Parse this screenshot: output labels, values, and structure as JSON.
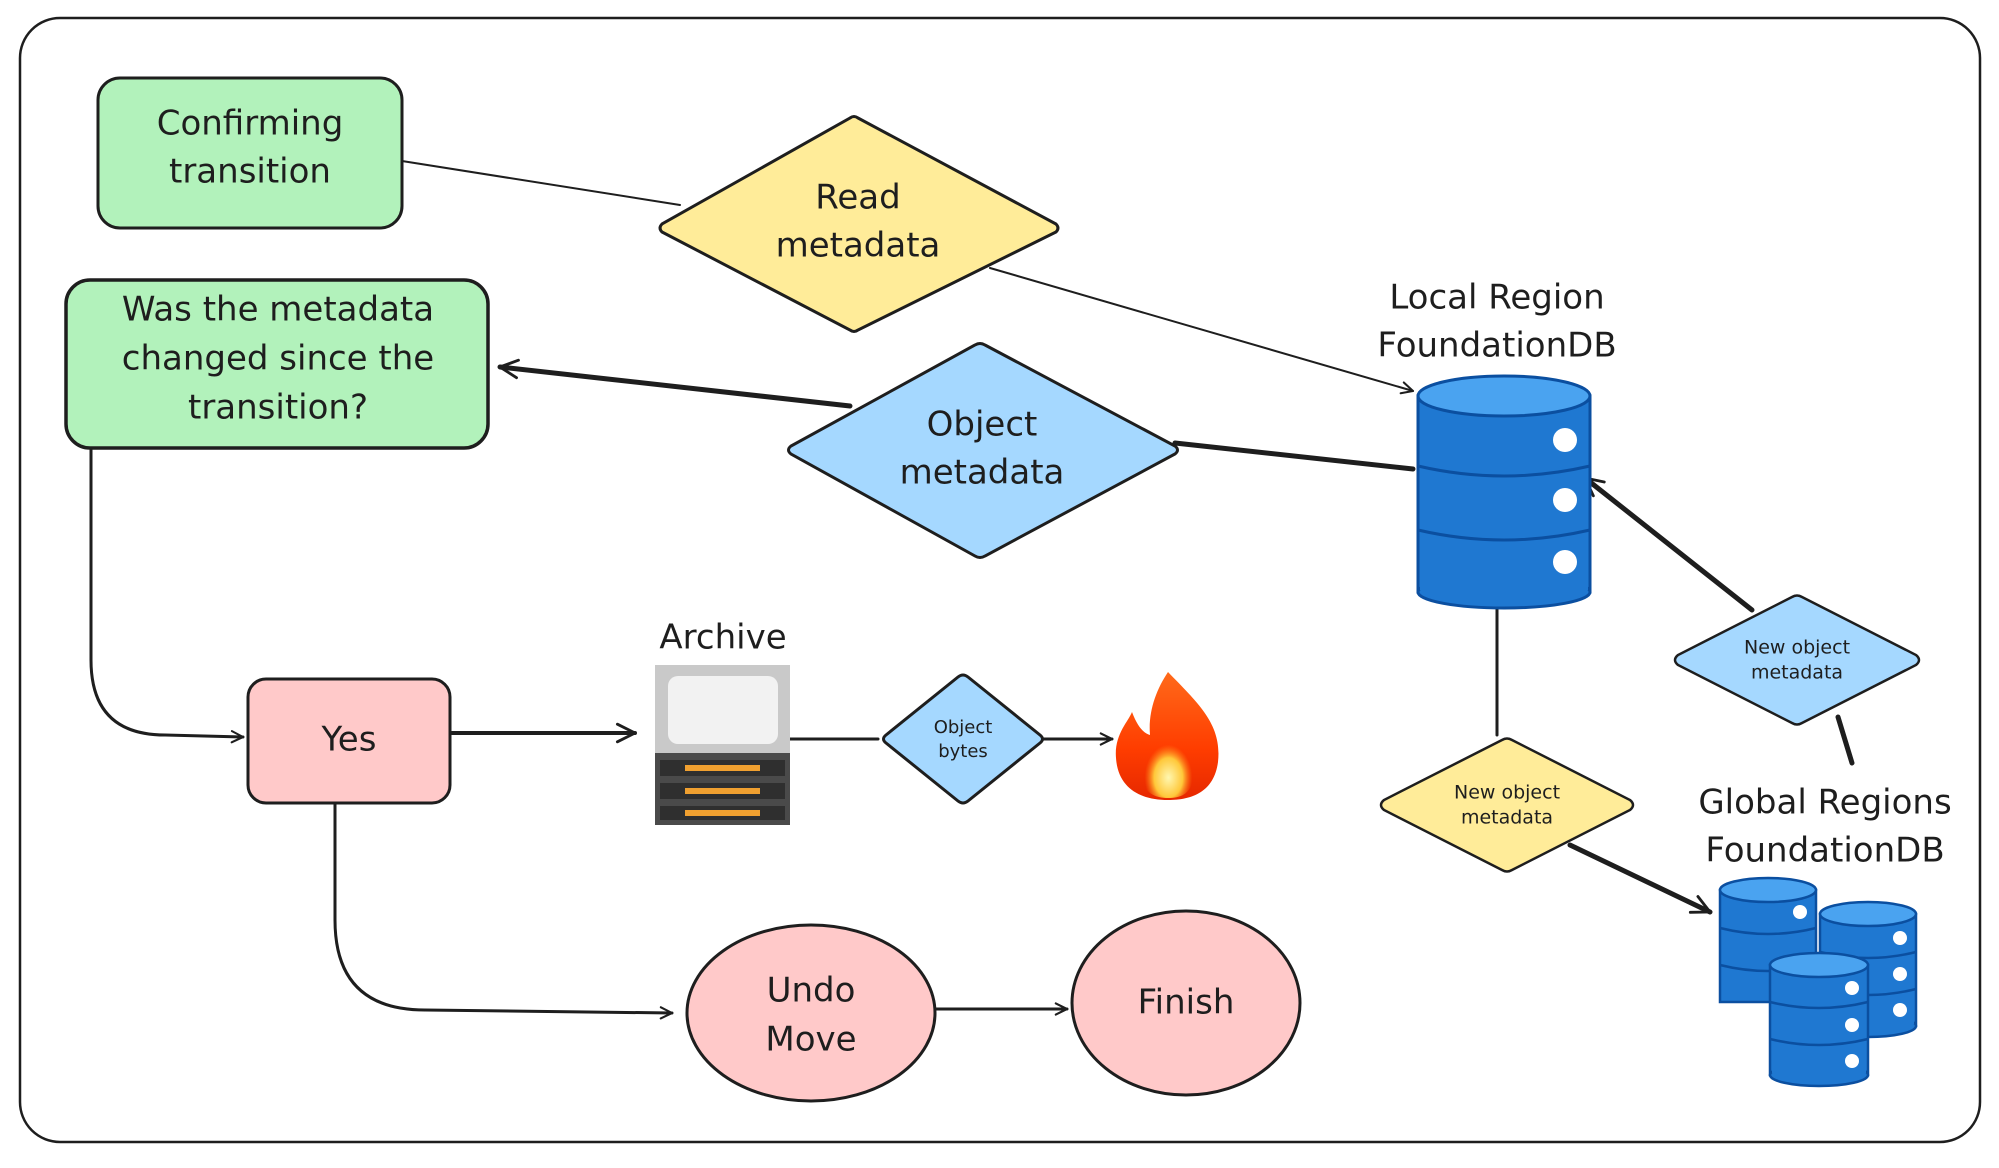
{
  "colors": {
    "green": "#b2f2bb",
    "yellow": "#ffec99",
    "blue": "#a5d8ff",
    "pink": "#ffc9c9",
    "stroke": "#1e1e1e",
    "db_blue": "#1f78d1"
  },
  "nodes": {
    "confirming_transition": {
      "line1": "Confirming",
      "line2": "transition"
    },
    "read_metadata": {
      "line1": "Read",
      "line2": "metadata"
    },
    "was_changed": {
      "line1": "Was the metadata",
      "line2": "changed since the",
      "line3": "transition?"
    },
    "object_metadata": {
      "line1": "Object",
      "line2": "metadata"
    },
    "local_region_db": {
      "line1": "Local Region",
      "line2": "FoundationDB",
      "icon": "database-icon"
    },
    "yes": {
      "label": "Yes"
    },
    "archive": {
      "label": "Archive",
      "icon": "server-icon"
    },
    "object_bytes": {
      "line1": "Object",
      "line2": "bytes"
    },
    "fire": {
      "icon": "fire-icon"
    },
    "new_object_metadata_blue": {
      "line1": "New object",
      "line2": "metadata"
    },
    "new_object_metadata_yellow": {
      "line1": "New object",
      "line2": "metadata"
    },
    "global_regions_db": {
      "line1": "Global Regions",
      "line2": "FoundationDB",
      "icon": "database-cluster-icon"
    },
    "undo_move": {
      "line1": "Undo",
      "line2": "Move"
    },
    "finish": {
      "label": "Finish"
    }
  }
}
